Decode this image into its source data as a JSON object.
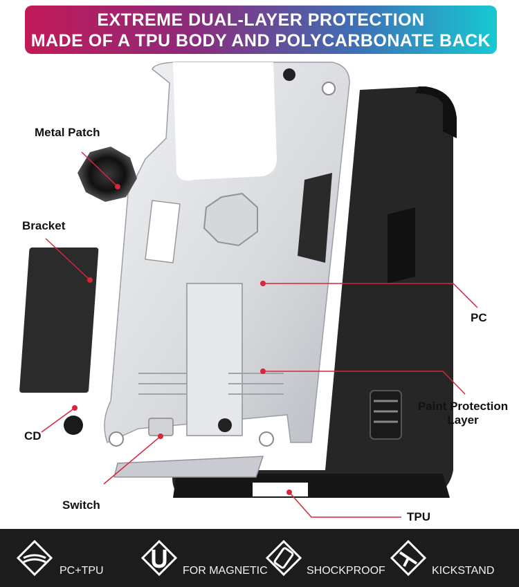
{
  "banner": {
    "line1": "EXTREME DUAL-LAYER PROTECTION",
    "line2": "MADE OF A TPU BODY AND POLYCARBONATE BACK"
  },
  "callouts": {
    "metal_patch": "Metal Patch",
    "bracket": "Bracket",
    "pc": "PC",
    "paint_protection_line1": "Paint Protection",
    "paint_protection_line2": "Layer",
    "cd": "CD",
    "switch": "Switch",
    "tpu": "TPU"
  },
  "features": [
    {
      "label": "PC+TPU",
      "icon": "layers-icon"
    },
    {
      "label": "FOR MAGNETIC",
      "icon": "magnet-icon"
    },
    {
      "label": "SHOCKPROOF",
      "icon": "shockproof-phone-icon"
    },
    {
      "label": "KICKSTAND",
      "icon": "kickstand-icon"
    }
  ],
  "colors": {
    "banner_start": "#c21a57",
    "banner_end": "#17c9d3",
    "callout_line": "#d9243a",
    "footer_bg": "#1c1c1c",
    "pc_shell": "#d9dbdf",
    "tpu_body": "#222222"
  }
}
